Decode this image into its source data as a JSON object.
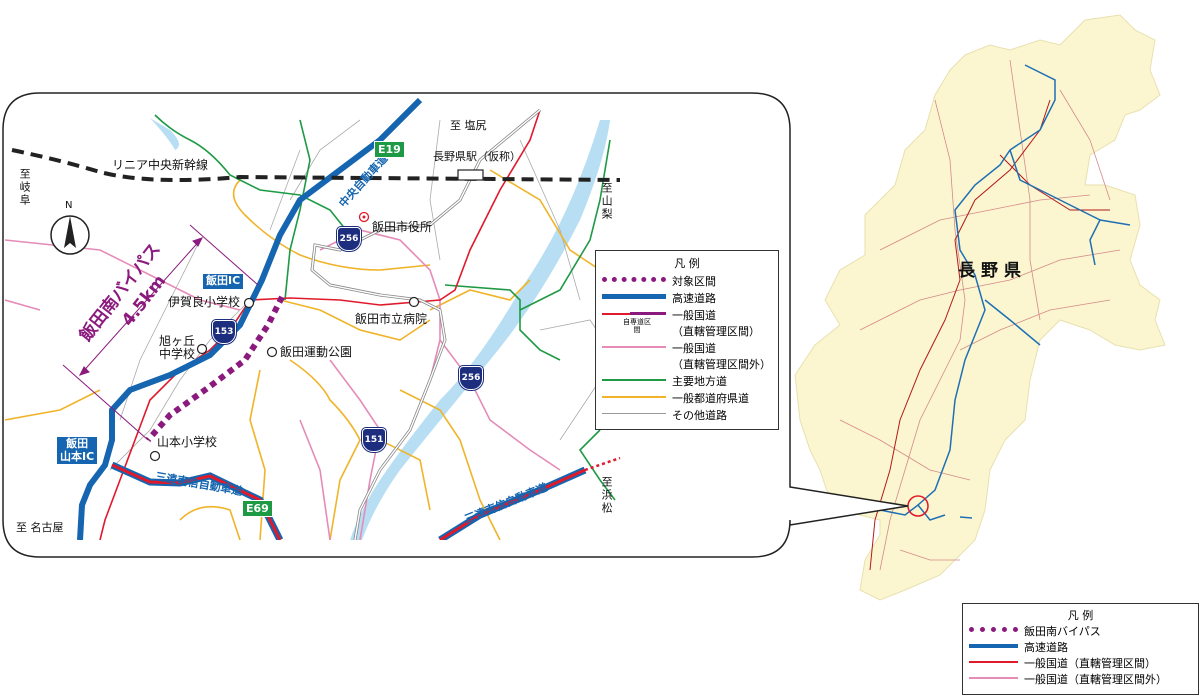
{
  "detail_map": {
    "railway_label": "リニア中央新幹線",
    "to_shiojiri": "至 塩尻",
    "station_label": "長野県駅（仮称）",
    "to_yamanashi": "至山梨",
    "to_gifu": "至岐阜",
    "to_nagoya": "至 名古屋",
    "to_hamamatsu": "至浜松",
    "compass_label": "N",
    "chuo_expressway": "中央自動車道",
    "e19": "E19",
    "e69": "E69",
    "sanen_expressway_west": "三遠南信自動車道",
    "sanen_expressway_east": "三遠南信自動車道",
    "iida_ic": "飯田IC",
    "iida_yamamoto_ic": [
      "飯田",
      "山本IC"
    ],
    "bypass_name": "飯田南バイパス",
    "bypass_length": "4.5km",
    "route_shields": [
      "256",
      "153",
      "256",
      "151"
    ],
    "places": {
      "city_hall": "飯田市役所",
      "hospital": "飯田市立病院",
      "igara_school": "伊賀良小学校",
      "asahigaoka_school": [
        "旭ヶ丘",
        "中学校"
      ],
      "sports_park": "飯田運動公園",
      "yamamoto_school": "山本小学校"
    }
  },
  "detail_legend": {
    "title": "凡 例",
    "items": [
      {
        "label": "対象区間",
        "color": "#8b1a7e",
        "style": "dotted"
      },
      {
        "label": "高速道路",
        "color": "#1565b0",
        "style": "thick"
      },
      {
        "label": "一般国道",
        "label2": "（直轄管理区間）",
        "note": "自専道区間",
        "color": "#e0192b",
        "style": "line"
      },
      {
        "label": "一般国道",
        "label2": "（直轄管理区間外）",
        "color": "#e58bb8",
        "style": "line"
      },
      {
        "label": "主要地方道",
        "color": "#1e9a44",
        "style": "line"
      },
      {
        "label": "一般都道府県道",
        "color": "#f0b429",
        "style": "line"
      },
      {
        "label": "その他道路",
        "color": "#999999",
        "style": "thin"
      }
    ]
  },
  "overview_map": {
    "prefecture_label": "長野県",
    "fill_color": "#fbf6cf"
  },
  "overview_legend": {
    "title": "凡 例",
    "items": [
      {
        "label": "飯田南バイパス",
        "color": "#8b1a7e"
      },
      {
        "label": "高速道路",
        "color": "#1565b0"
      },
      {
        "label": "一般国道（直轄管理区間）",
        "color": "#e0192b"
      },
      {
        "label": "一般国道（直轄管理区間外）",
        "color": "#e58bb8"
      }
    ]
  }
}
